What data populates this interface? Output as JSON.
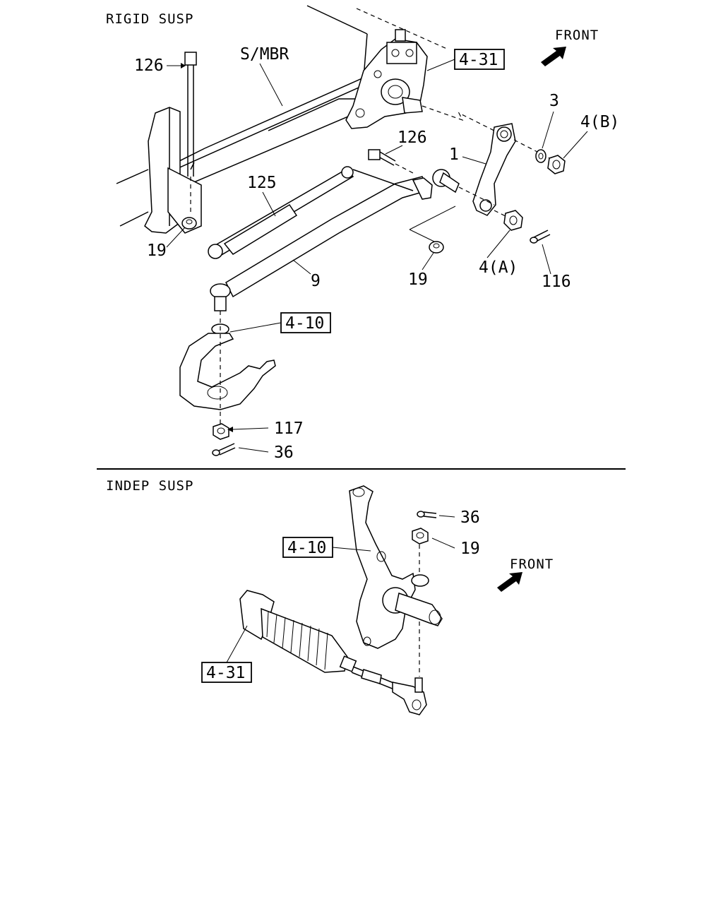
{
  "sections": {
    "rigid": {
      "title": "RIGID SUSP"
    },
    "indep": {
      "title": "INDEP SUSP"
    }
  },
  "rigid_labels": {
    "front": "FRONT",
    "s_mbr": "S/MBR",
    "bolt_upper": "126",
    "bolt_mid": "126",
    "rod_125": "125",
    "nut_19_left": "19",
    "nut_19_right": "19",
    "tie_rod_9": "9",
    "pitman_1": "1",
    "washer_3": "3",
    "nut_4b": "4(B)",
    "nut_4a": "4(A)",
    "pin_116": "116",
    "nut_117": "117",
    "pin_36": "36",
    "ref_steering_gear": "4-31",
    "ref_knuckle": "4-10"
  },
  "indep_labels": {
    "front": "FRONT",
    "pin_36": "36",
    "nut_19": "19",
    "ref_knuckle": "4-10",
    "ref_rack": "4-31"
  },
  "icons": {
    "front_arrow": "front-arrow-icon"
  }
}
